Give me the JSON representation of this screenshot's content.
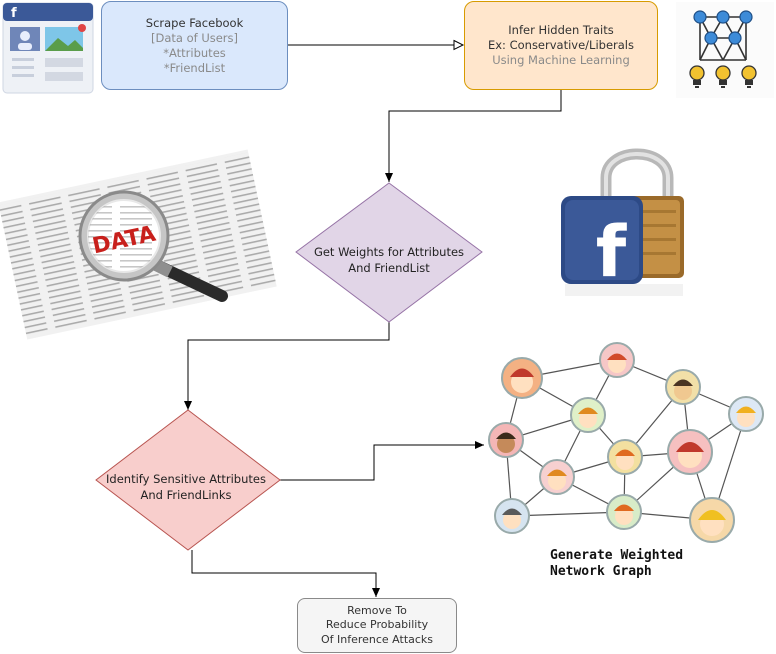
{
  "nodes": {
    "scrape": {
      "title": "Scrape Facebook",
      "line2": "[Data of Users]",
      "line3": "*Attributes",
      "line4": "*FriendList"
    },
    "infer": {
      "title": "Infer Hidden Traits",
      "line2": "Ex: Conservative/Liberals",
      "line3": "Using Machine Learning"
    },
    "weights": {
      "line1": "Get Weights for Attributes",
      "line2": "And FriendList"
    },
    "identify": {
      "line1": "Identify Sensitive Attributes",
      "line2": "And FriendLinks"
    },
    "remove": {
      "line1": "Remove To",
      "line2": "Reduce Probability",
      "line3": "Of Inference Attacks"
    }
  },
  "network_graph": {
    "caption_line1": "Generate Weighted",
    "caption_line2": "Network Graph"
  },
  "illustrations": {
    "data_magnifier_word": "DATA",
    "facebook_logo_letter": "f"
  },
  "colors": {
    "scrape_fill": "#dae8fc",
    "infer_fill": "#ffe6cc",
    "weights_fill": "#e1d5e7",
    "identify_fill": "#f8cecc",
    "remove_fill": "#f5f5f5",
    "facebook_blue": "#3b5998"
  },
  "icons": [
    "facebook-profile-icon",
    "neural-network-icon",
    "magnifier-data-icon",
    "facebook-padlock-icon",
    "social-network-graph-icon"
  ]
}
